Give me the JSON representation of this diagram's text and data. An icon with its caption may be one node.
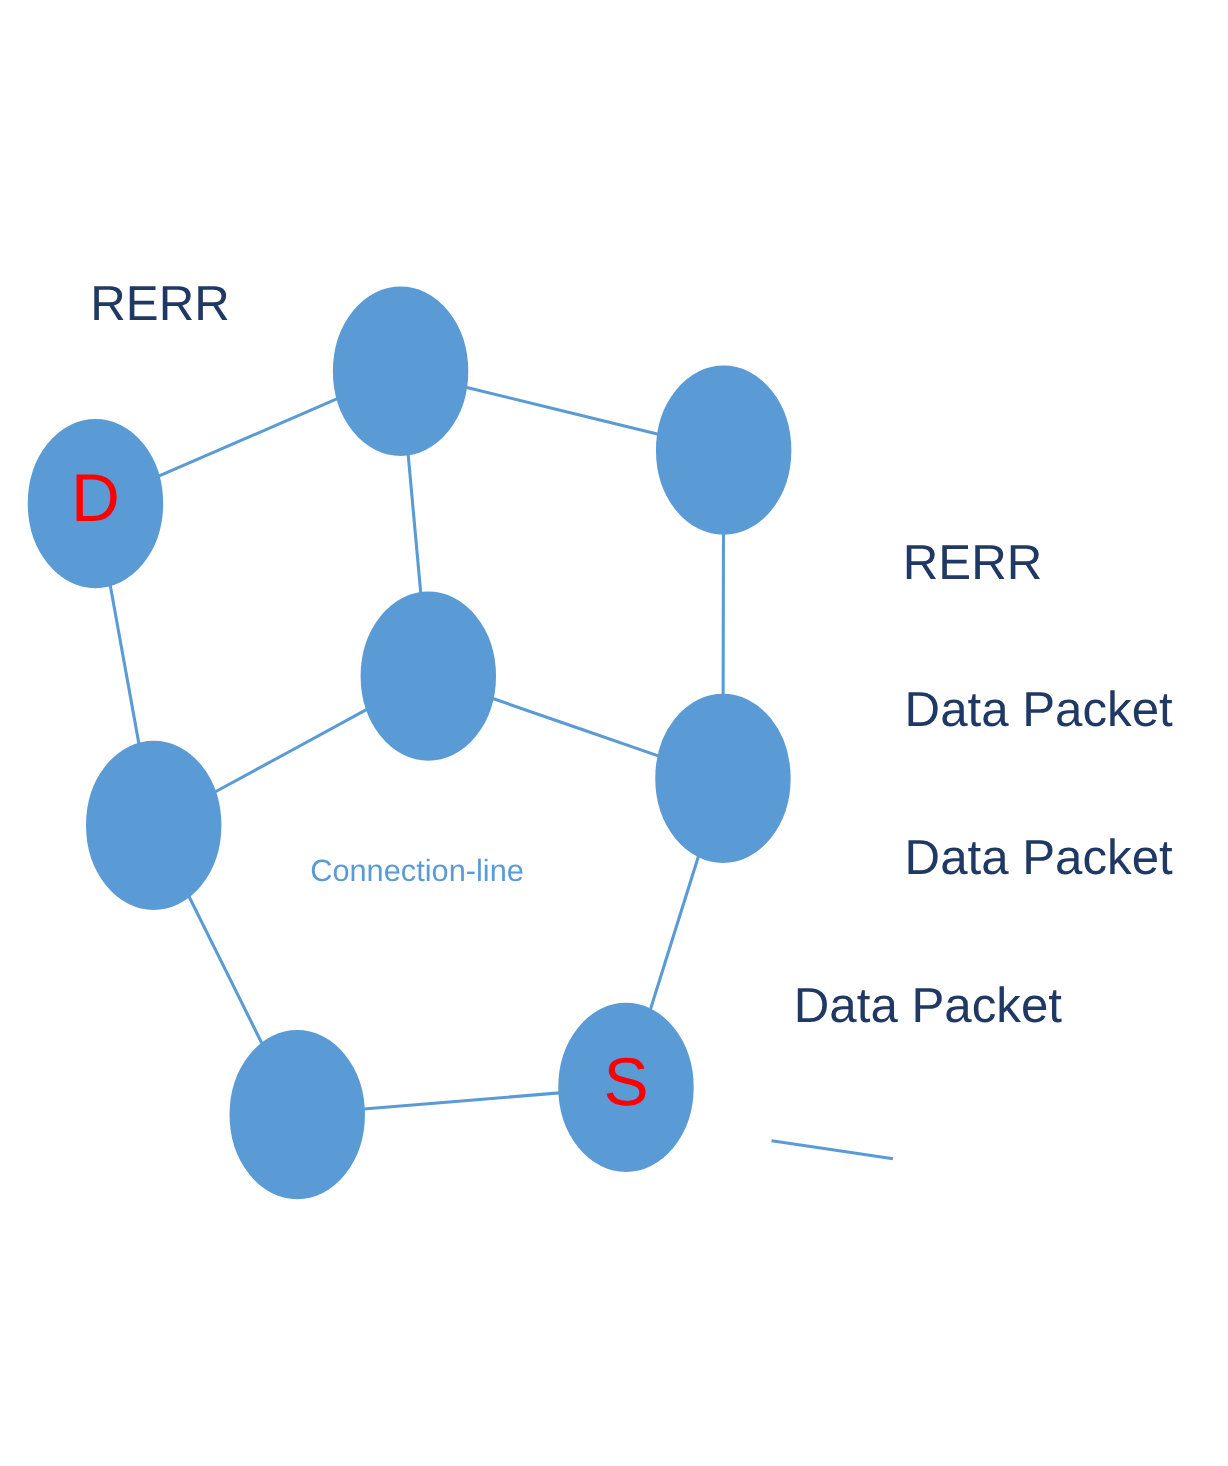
{
  "diagram": {
    "nodes": [
      {
        "text": [
          "S"
        ]
      },
      {
        "text": [],
        "shape": "circle"
      },
      {
        "text": [],
        "shape": "circle"
      },
      {
        "text": [],
        "shape": "circle"
      },
      {
        "text": [],
        "shape": "circle"
      },
      {
        "text": [
          "D"
        ]
      },
      {
        "text": [],
        "shape": "circle"
      },
      {
        "text": [],
        "shape": "circle"
      }
    ],
    "edges": [
      {
        "from": 0,
        "to": 1,
        "arrow": "none"
      },
      {
        "from": 1,
        "to": 2,
        "arrow": "none"
      },
      {
        "from": 2,
        "to": 3,
        "arrow": "none"
      },
      {
        "from": 1,
        "to": 4,
        "arrow": "none"
      },
      {
        "from": 4,
        "to": 3,
        "arrow": "none"
      },
      {
        "from": 3,
        "to": 5,
        "arrow": "none"
      },
      {
        "from": 4,
        "to": 7,
        "arrow": "none"
      },
      {
        "from": 0,
        "to": 6,
        "arrow": "none"
      },
      {
        "from": 6,
        "to": 7,
        "arrow": "none"
      },
      {
        "from": 7,
        "to": 5,
        "arrow": "none"
      }
    ],
    "labels": [
      "RERR",
      "Data Packet",
      "RERR",
      "Data Packet",
      "Data Packet"
    ],
    "legend": [
      {
        "text": "Connection-line"
      }
    ]
  }
}
